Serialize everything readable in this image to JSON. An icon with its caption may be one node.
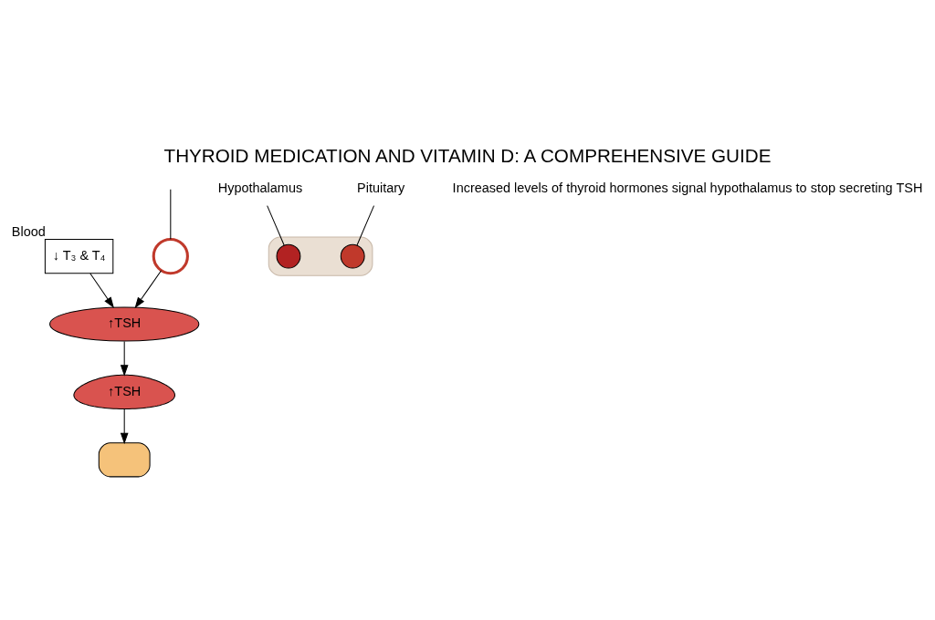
{
  "diagram": {
    "title": "THYROID MEDICATION AND VITAMIN D: A COMPREHENSIVE GUIDE",
    "nodes": [
      {
        "text": [
          "↓ T₃ & T₄"
        ],
        "beside": [
          "Blood"
        ]
      },
      {
        "text": [
          "↑TSH"
        ]
      },
      {
        "text": [
          "Hypothalamus"
        ]
      },
      {
        "text": [],
        "shape": "circle"
      },
      {
        "text": [],
        "shape": "picture"
      },
      {
        "text": [],
        "shape": "circle",
        "in": 4
      },
      {
        "text": [
          "↑TSH"
        ]
      },
      {
        "text": [
          "Pituitary"
        ]
      },
      {
        "text": [],
        "shape": "circle",
        "in": 4
      },
      {
        "text": [],
        "shape": "box"
      }
    ],
    "edges": [
      {
        "from": 0,
        "to": 1,
        "arrow": "to"
      },
      {
        "from": 3,
        "to": 1,
        "arrow": "to"
      },
      {
        "from": 2,
        "to": 5,
        "arrow": "none"
      },
      {
        "from": 1,
        "to": 6,
        "arrow": "to"
      },
      {
        "from": 7,
        "to": 8,
        "arrow": "none"
      },
      {
        "from": 6,
        "to": 9,
        "arrow": "to"
      },
      {
        "from": null,
        "to": 3,
        "arrow": "none"
      }
    ],
    "labels": [
      "Increased levels of thyroid hormones signal hypothalamus to stop secreting TSH"
    ]
  }
}
